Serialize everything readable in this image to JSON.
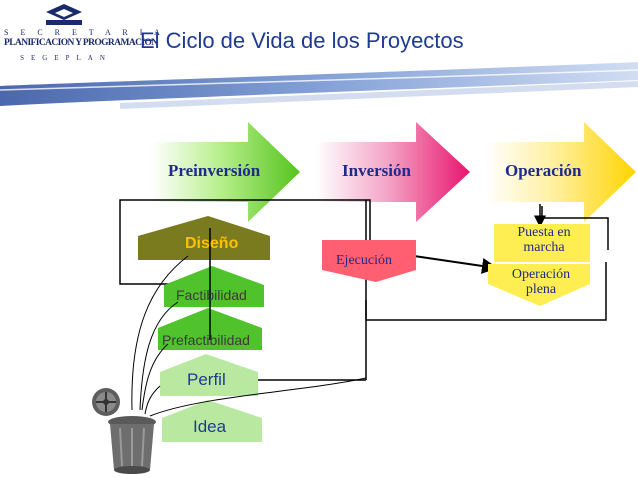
{
  "header": {
    "logo": {
      "line1": "S E C R E T A R I A",
      "line2": "PLANIFICACION Y PROGRAMACION",
      "line3": "SEGEPLAN"
    },
    "title": "El Ciclo de Vida de los Proyectos"
  },
  "phases": {
    "preinversion": "Preinversión",
    "inversion": "Inversión",
    "operacion": "Operación"
  },
  "preinversion_steps": {
    "diseno": "Diseño",
    "factibilidad": "Factibilidad",
    "prefactibilidad": "Prefactibilidad",
    "perfil": "Perfil",
    "idea": "Idea"
  },
  "inversion_steps": {
    "ejecucion": "Ejecución"
  },
  "operacion_steps": {
    "puesta_en_marcha": "Puesta en marcha",
    "operacion_plena": "Operación plena"
  },
  "colors": {
    "title": "#1f3a93",
    "preinversion_arrow": "#66cc33",
    "inversion_arrow": "#ee2277",
    "operacion_arrow": "#ffd400",
    "diseno_arrow": "#7a7a1e",
    "ejecucion_arrow": "#ff5f70",
    "perfil_idea_arrow": "#b9e9a1"
  },
  "icons": [
    "logo-emblem-icon",
    "trash-can-icon",
    "film-reel-icon"
  ]
}
